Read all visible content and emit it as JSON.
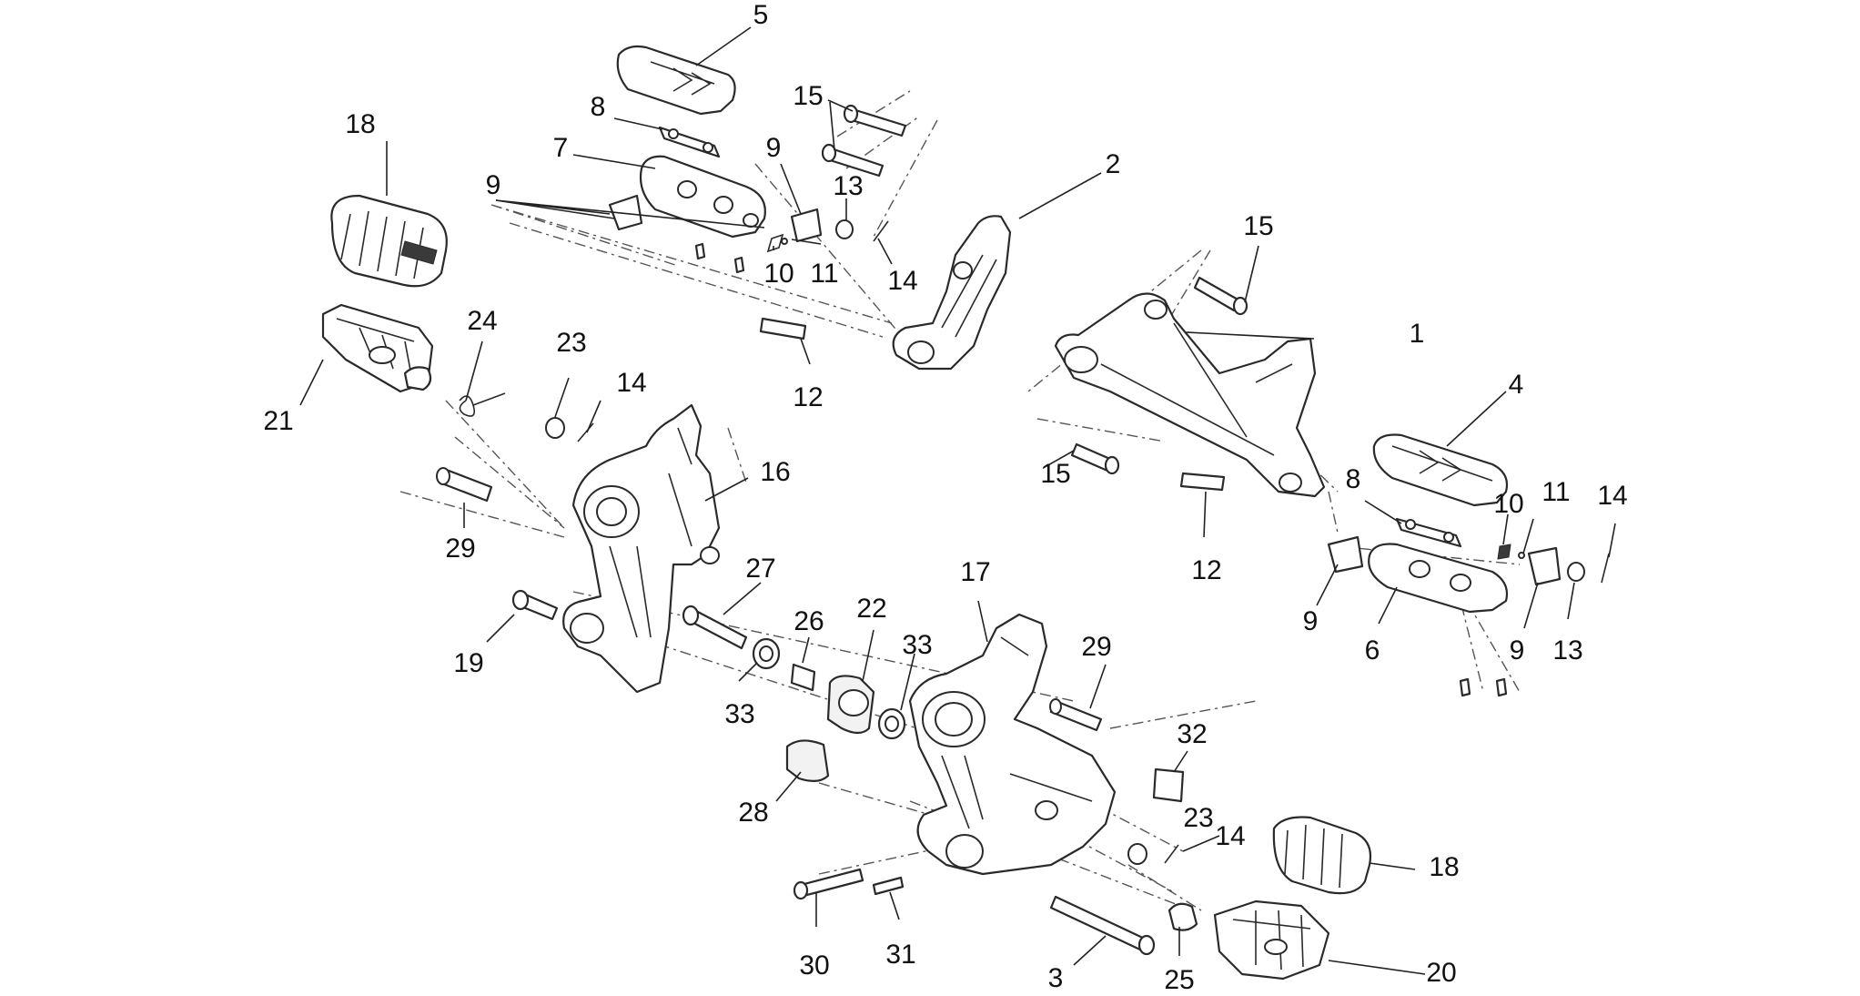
{
  "diagram": {
    "type": "exploded-parts-view",
    "callouts": [
      {
        "id": "c1",
        "label": "1"
      },
      {
        "id": "c2",
        "label": "2"
      },
      {
        "id": "c3",
        "label": "3"
      },
      {
        "id": "c4",
        "label": "4"
      },
      {
        "id": "c5",
        "label": "5"
      },
      {
        "id": "c6",
        "label": "6"
      },
      {
        "id": "c7",
        "label": "7"
      },
      {
        "id": "c8a",
        "label": "8"
      },
      {
        "id": "c8b",
        "label": "8"
      },
      {
        "id": "c9a",
        "label": "9"
      },
      {
        "id": "c9b",
        "label": "9"
      },
      {
        "id": "c9c",
        "label": "9"
      },
      {
        "id": "c9d",
        "label": "9"
      },
      {
        "id": "c10a",
        "label": "10"
      },
      {
        "id": "c10b",
        "label": "10"
      },
      {
        "id": "c11a",
        "label": "11"
      },
      {
        "id": "c11b",
        "label": "11"
      },
      {
        "id": "c12a",
        "label": "12"
      },
      {
        "id": "c12b",
        "label": "12"
      },
      {
        "id": "c13a",
        "label": "13"
      },
      {
        "id": "c13b",
        "label": "13"
      },
      {
        "id": "c14a",
        "label": "14"
      },
      {
        "id": "c14b",
        "label": "14"
      },
      {
        "id": "c14c",
        "label": "14"
      },
      {
        "id": "c14d",
        "label": "14"
      },
      {
        "id": "c15a",
        "label": "15"
      },
      {
        "id": "c15b",
        "label": "15"
      },
      {
        "id": "c15c",
        "label": "15"
      },
      {
        "id": "c16",
        "label": "16"
      },
      {
        "id": "c17",
        "label": "17"
      },
      {
        "id": "c18a",
        "label": "18"
      },
      {
        "id": "c18b",
        "label": "18"
      },
      {
        "id": "c19",
        "label": "19"
      },
      {
        "id": "c20",
        "label": "20"
      },
      {
        "id": "c21",
        "label": "21"
      },
      {
        "id": "c22",
        "label": "22"
      },
      {
        "id": "c23a",
        "label": "23"
      },
      {
        "id": "c23b",
        "label": "23"
      },
      {
        "id": "c24",
        "label": "24"
      },
      {
        "id": "c25",
        "label": "25"
      },
      {
        "id": "c26",
        "label": "26"
      },
      {
        "id": "c27",
        "label": "27"
      },
      {
        "id": "c28",
        "label": "28"
      },
      {
        "id": "c29a",
        "label": "29"
      },
      {
        "id": "c29b",
        "label": "29"
      },
      {
        "id": "c30",
        "label": "30"
      },
      {
        "id": "c31",
        "label": "31"
      },
      {
        "id": "c32",
        "label": "32"
      },
      {
        "id": "c33a",
        "label": "33"
      },
      {
        "id": "c33b",
        "label": "33"
      }
    ]
  }
}
